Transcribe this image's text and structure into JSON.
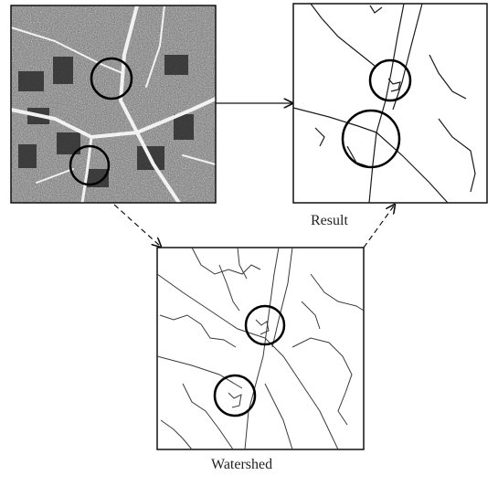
{
  "labels": {
    "result": "Result",
    "watershed": "Watershed"
  },
  "colors": {
    "background": "#ffffff",
    "frame": "#111111",
    "road_line": "#1a1a1a",
    "segment_line": "#3a3a3a",
    "marker_circle": "#000000",
    "satellite_dark": "#2b2b2b",
    "satellite_light": "#bdbdbd"
  },
  "figure": {
    "panels": [
      "satellite-image",
      "result-image",
      "watershed-image"
    ],
    "connectors": [
      {
        "from": "satellite-image",
        "to": "result-image",
        "style": "solid"
      },
      {
        "from": "satellite-image",
        "to": "watershed-image",
        "style": "dashed"
      },
      {
        "from": "watershed-image",
        "to": "result-image",
        "style": "dashed"
      }
    ],
    "marker_circles_per_panel": 2
  }
}
